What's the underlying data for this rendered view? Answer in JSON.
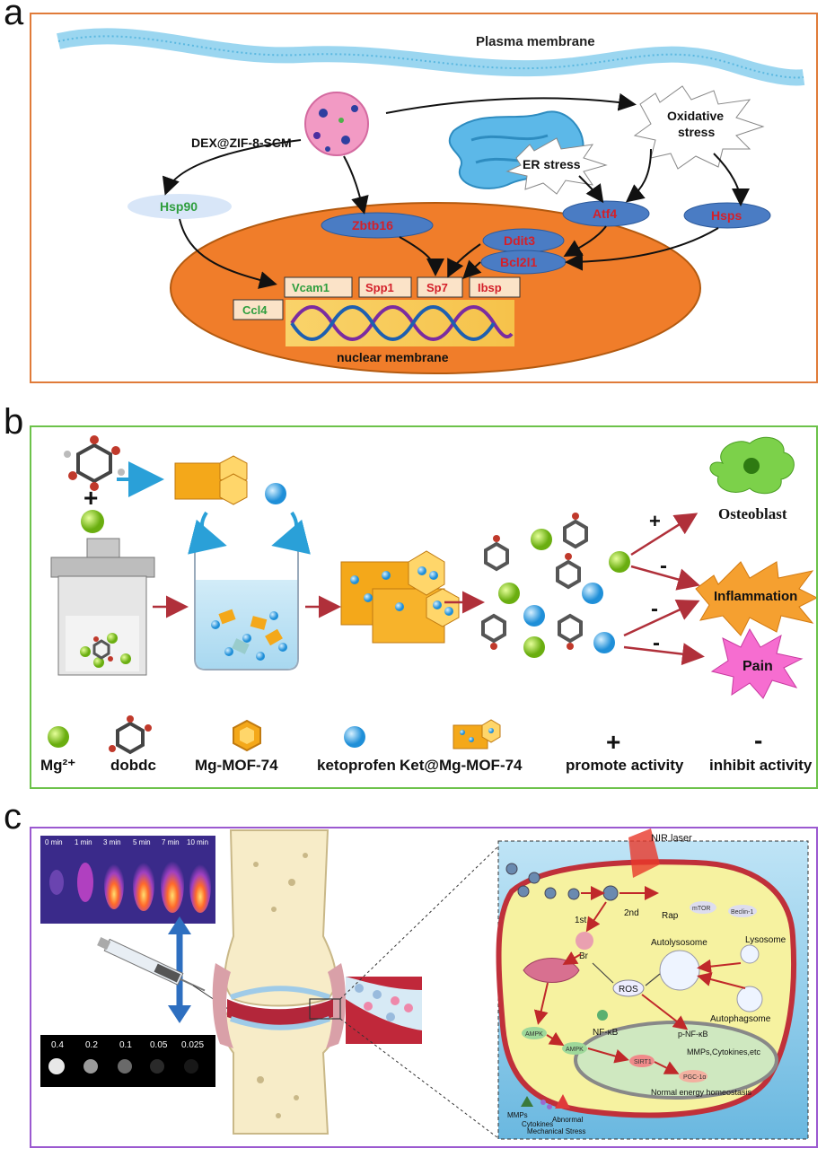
{
  "panel_a": {
    "letter": "a",
    "plasma_membrane": "Plasma membrane",
    "nanoparticle": "DEX@ZIF-8-SCM",
    "oxidative_stress": [
      "Oxidative",
      "stress"
    ],
    "er_stress": "ER stress",
    "hsp90": "Hsp90",
    "zbtb16": "Zbtb16",
    "atf4": "Atf4",
    "hsps": "Hsps",
    "ddit3": "Ddit3",
    "bcl2l1": "Bcl2l1",
    "genes": [
      "Vcam1",
      "Spp1",
      "Sp7",
      "Ibsp"
    ],
    "ccl4": "Ccl4",
    "nuclear_membrane": "nuclear membrane",
    "colors": {
      "frame": "#e07b39",
      "nucleus": "#f07d2a",
      "red_text": "#d4202a",
      "green_text": "#2e9e3e",
      "oval": "#4a7cc4"
    }
  },
  "panel_b": {
    "letter": "b",
    "plus": "+",
    "minus": "-",
    "osteoblast": "Osteoblast",
    "inflammation": "Inflammation",
    "pain": "Pain",
    "legend": [
      "Mg²⁺",
      "dobdc",
      "Mg-MOF-74",
      "ketoprofen",
      "Ket@Mg-MOF-74",
      "promote activity",
      "inhibit activity"
    ],
    "colors": {
      "frame": "#6cc24a",
      "arrow": "#b0303a",
      "mg": "#7cc020",
      "ketoprofen": "#3aa0e0",
      "mof": "#f0a818"
    }
  },
  "panel_c": {
    "letter": "c",
    "time_labels": [
      "0 min",
      "1 min",
      "3 min",
      "5 min",
      "7 min",
      "10 min"
    ],
    "conc_labels": [
      "0.4",
      "0.2",
      "0.1",
      "0.05",
      "0.025"
    ],
    "nir_laser": "NIR laser",
    "labels": {
      "second": "2nd",
      "first": "1st",
      "rap": "Rap",
      "mtor": "mTOR",
      "beclin": "Beclin-1",
      "autolysosome": "Autolysosome",
      "lysosome": "Lysosome",
      "autophagsome": "Autophagsome",
      "br": "Br",
      "ros": "ROS",
      "nfkb": "NF-κB",
      "pnfkb": "p-NF-κB",
      "mmps_cyto": "MMPs,Cytokines,etc",
      "ampk1": "AMPK",
      "ampk2": "AMPK",
      "sirt1": "SIRT1",
      "pgc": "PGC-1α",
      "homeostasis": "Normal energy homeostasis",
      "mmps": "MMPs",
      "cytokines": "Cytokines",
      "abnormal": "Abnormal",
      "mech": "Mechanical Stress"
    },
    "colors": {
      "frame": "#9b59d0"
    }
  }
}
